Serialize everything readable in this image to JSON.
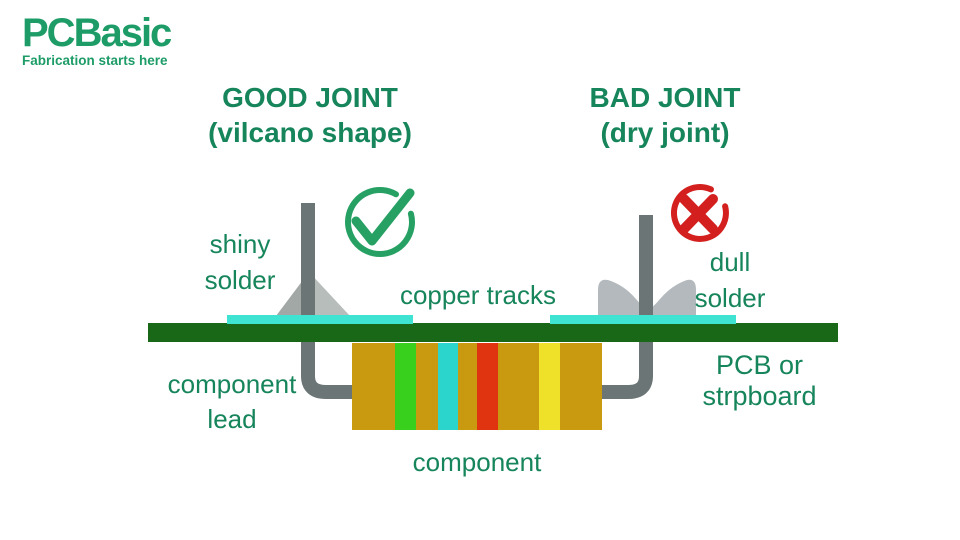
{
  "brand": {
    "name": "PCBasic",
    "tagline": "Fabrication starts here"
  },
  "good_section": {
    "title": "GOOD JOINT",
    "subtitle": "(vilcano shape)",
    "status_icon": "check-circle"
  },
  "bad_section": {
    "title": "BAD JOINT",
    "subtitle": "(dry joint)",
    "status_icon": "cross-circle"
  },
  "labels": {
    "shiny_solder": [
      "shiny",
      "solder"
    ],
    "copper_tracks": "copper tracks",
    "dull_solder": [
      "dull",
      "solder"
    ],
    "component_lead": [
      "component",
      "lead"
    ],
    "pcb_board": [
      "PCB or",
      "strpboard"
    ],
    "component": "component"
  },
  "colors": {
    "logo_green": "#1d9c68",
    "text_green": "#17855c",
    "pcb_green": "#186818",
    "copper_track": "#3fe3d2",
    "lead_gray": "#6b7575",
    "solder_light": "#b7bdbb",
    "solder_dark": "#a2a8a6",
    "dull_solder_gray": "#b3b9bc",
    "check_green": "#27a163",
    "cross_red": "#d3201f",
    "resistor_body": "#c9990f",
    "band_colors": [
      "#38cf1d",
      "#2bd5cb",
      "#e0330f",
      "#efe02a"
    ]
  }
}
